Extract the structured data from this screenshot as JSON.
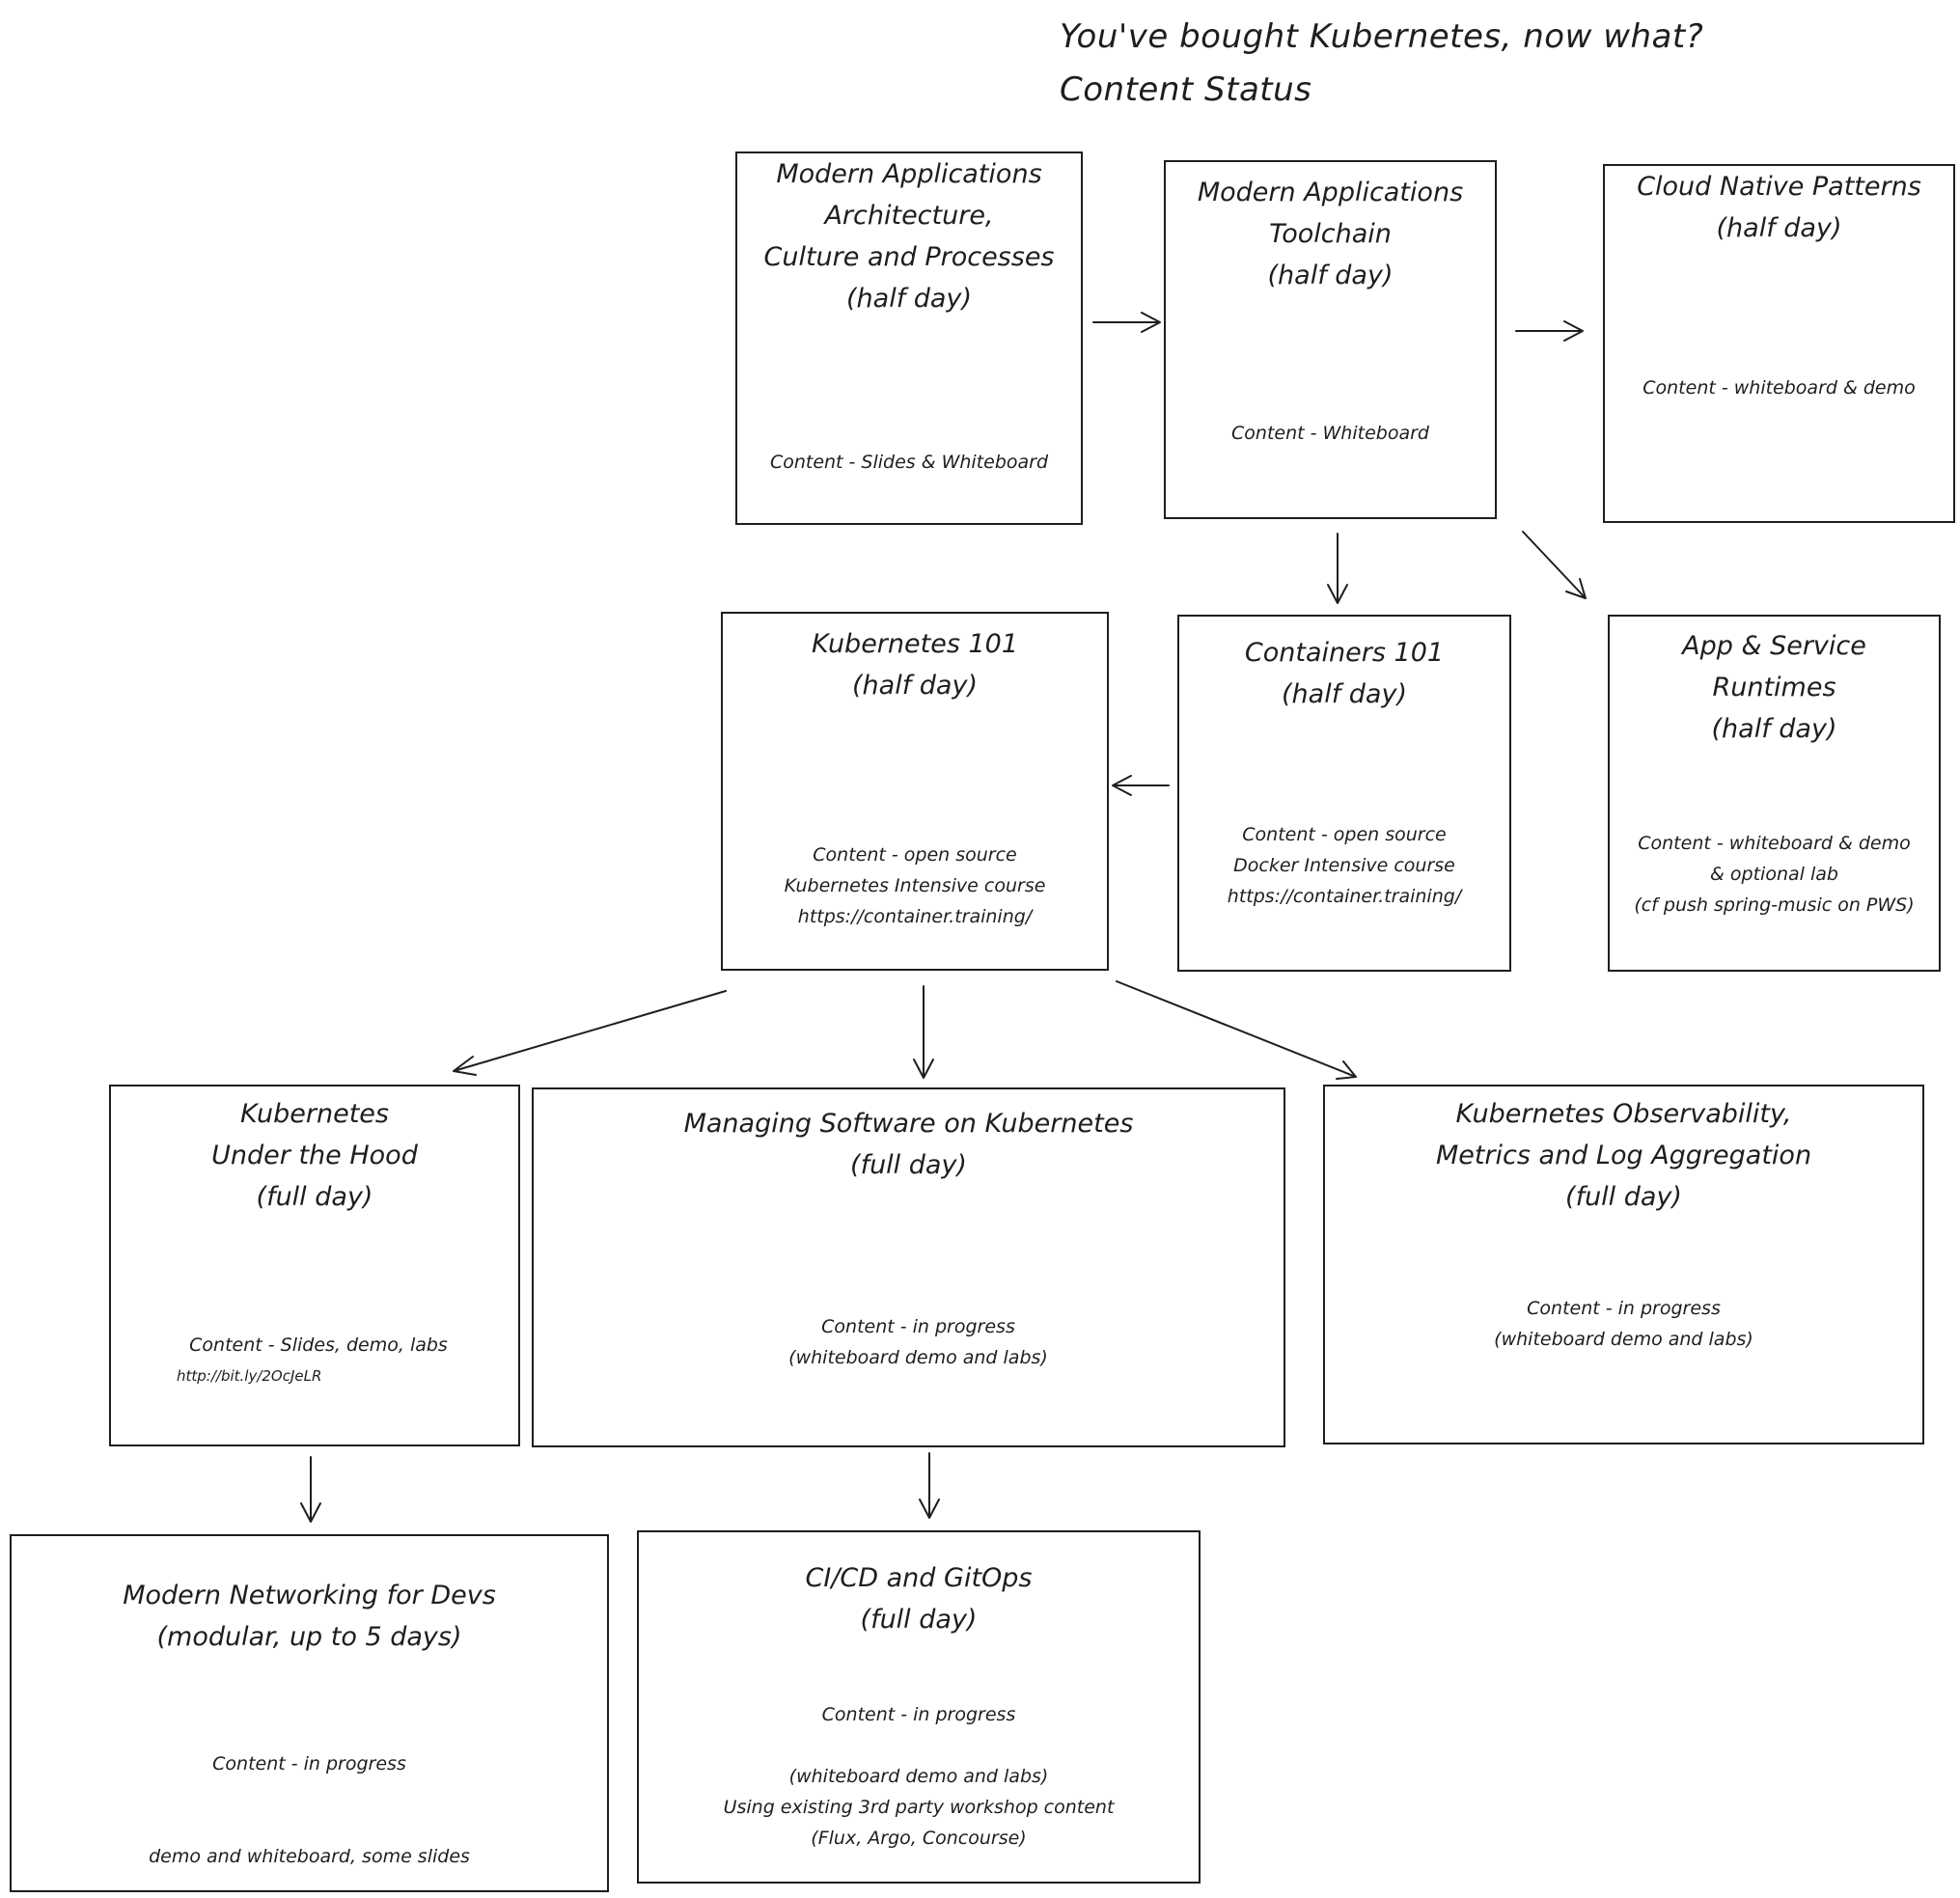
{
  "title": {
    "line1": "You've bought Kubernetes, now what?",
    "line2": "Content Status"
  },
  "boxes": {
    "modern_apps_arch": {
      "heading": [
        "Modern Applications",
        "Architecture,",
        "Culture and Processes",
        "(half day)"
      ],
      "content": [
        "Content - Slides & Whiteboard"
      ]
    },
    "modern_apps_toolchain": {
      "heading": [
        "Modern Applications",
        "Toolchain",
        "(half day)"
      ],
      "content": [
        "Content - Whiteboard"
      ]
    },
    "cloud_native_patterns": {
      "heading": [
        "Cloud Native Patterns",
        "(half day)"
      ],
      "content": [
        "Content - whiteboard & demo"
      ]
    },
    "kubernetes_101": {
      "heading": [
        "Kubernetes 101",
        "(half day)"
      ],
      "content": [
        "Content - open source",
        "Kubernetes Intensive course",
        "https://container.training/"
      ]
    },
    "containers_101": {
      "heading": [
        "Containers 101",
        "(half day)"
      ],
      "content": [
        "Content - open source",
        "Docker Intensive course",
        "https://container.training/"
      ]
    },
    "app_service_runtimes": {
      "heading": [
        "App & Service",
        "Runtimes",
        "(half day)"
      ],
      "content": [
        "Content - whiteboard & demo",
        "& optional lab",
        "(cf push spring-music on PWS)"
      ]
    },
    "k8s_under_the_hood": {
      "heading": [
        "Kubernetes",
        "Under the Hood",
        "(full day)"
      ],
      "content": [
        "Content - Slides, demo, labs"
      ],
      "link": "http://bit.ly/2OcJeLR"
    },
    "managing_software": {
      "heading": [
        "Managing Software on Kubernetes",
        "(full day)"
      ],
      "content": [
        "Content - in progress",
        "(whiteboard demo and labs)"
      ]
    },
    "k8s_observability": {
      "heading": [
        "Kubernetes Observability,",
        "Metrics and Log Aggregation",
        "(full day)"
      ],
      "content": [
        "Content - in progress",
        "(whiteboard demo and labs)"
      ]
    },
    "modern_networking": {
      "heading": [
        "Modern Networking for Devs",
        "(modular, up to 5 days)"
      ],
      "content": [
        "Content - in progress"
      ],
      "content2": [
        "demo and whiteboard, some slides"
      ]
    },
    "cicd_gitops": {
      "heading": [
        "CI/CD and GitOps",
        "(full day)"
      ],
      "content": [
        "Content - in progress"
      ],
      "content2": [
        "(whiteboard demo and labs)",
        "Using existing 3rd party workshop content",
        "(Flux, Argo, Concourse)"
      ]
    }
  }
}
